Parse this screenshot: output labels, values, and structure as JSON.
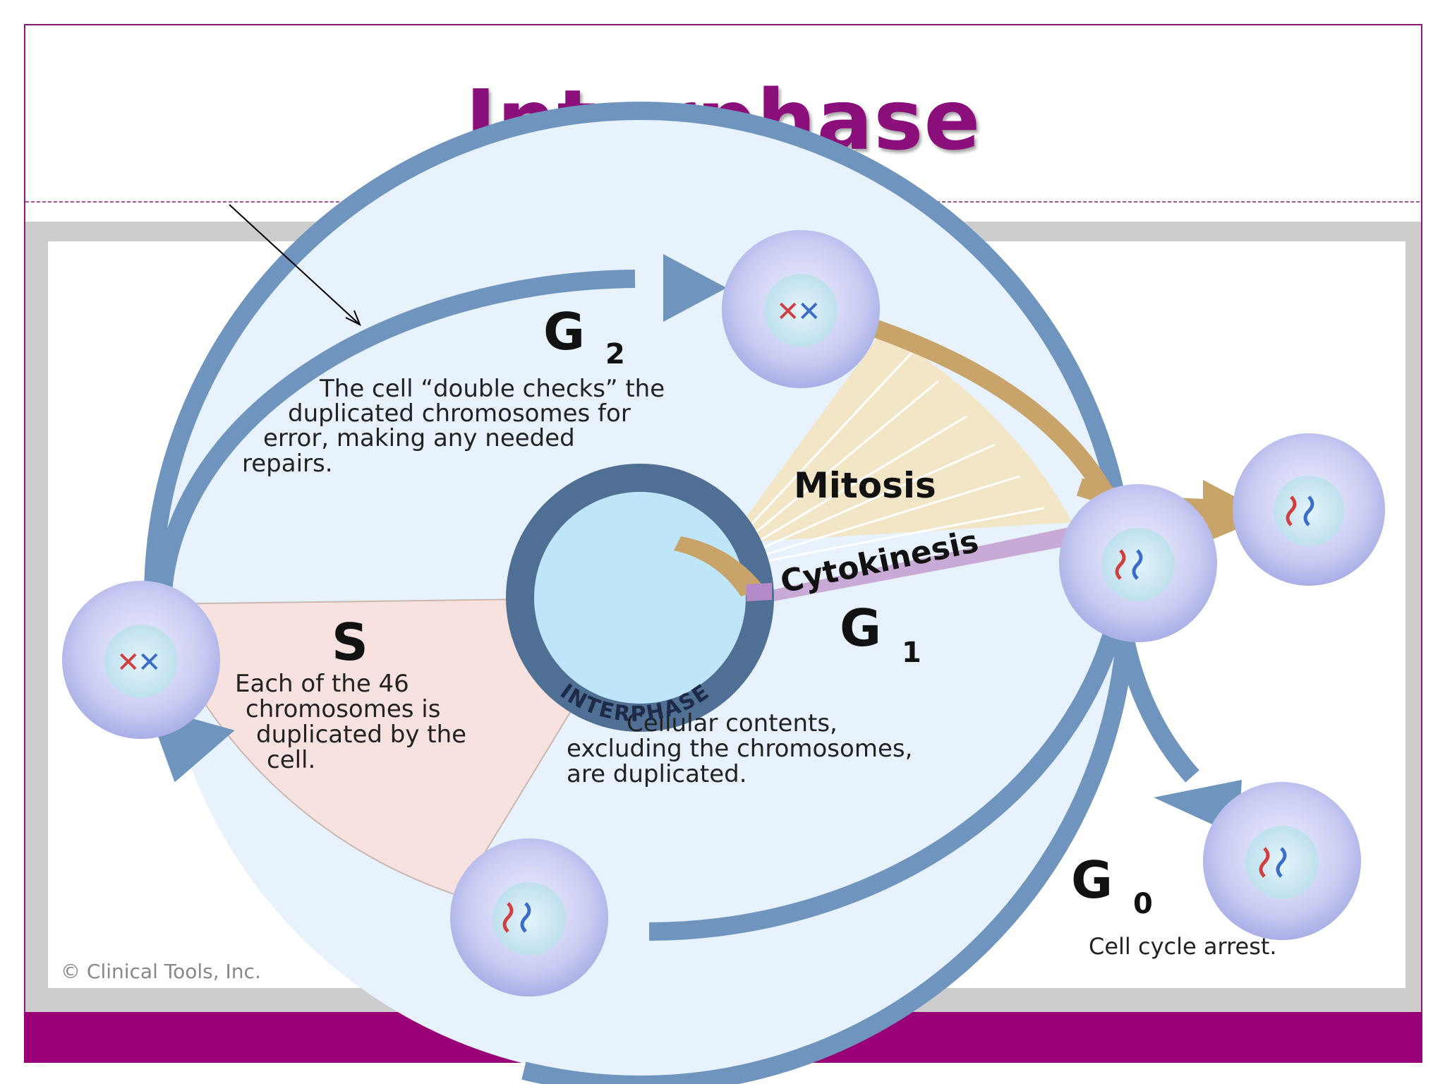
{
  "slide": {
    "title": "Interphase"
  },
  "diagram": {
    "phases": {
      "g2": {
        "letter": "G",
        "sub": "2",
        "text": [
          "The cell “double checks” the",
          "duplicated chromosomes for",
          "error, making any needed",
          "repairs."
        ]
      },
      "s": {
        "letter": "S",
        "text": [
          "Each of the 46",
          "chromosomes is",
          "duplicated by the",
          "cell."
        ]
      },
      "g1": {
        "letter": "G",
        "sub": "1",
        "text": [
          "Cellular contents,",
          "excluding the chromosomes,",
          "are duplicated."
        ]
      },
      "g0": {
        "letter": "G",
        "sub": "0",
        "text": [
          "Cell cycle arrest."
        ]
      }
    },
    "mitosis_label": "Mitosis",
    "cytokinesis_label": "Cytokinesis",
    "interphase_ring_label": "INTERPHASE",
    "copyright": "© Clinical Tools, Inc."
  },
  "colors": {
    "title": "#8a0f7a",
    "frame": "#8a1a78",
    "footer": "#990077",
    "cycle_ring": "#6f95bf",
    "mitosis_wedge": "#f2e6c6",
    "s_wedge": "#f7e2df",
    "cytokinesis": "#c9a9d6",
    "mitosis_arrow": "#c8a36a"
  }
}
